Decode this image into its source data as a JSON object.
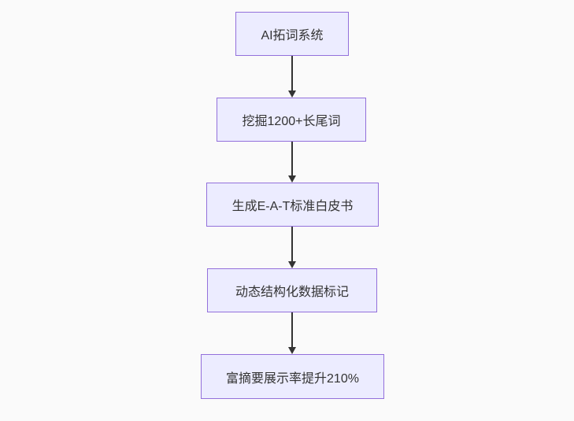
{
  "flowchart": {
    "type": "vertical-flowchart",
    "nodes": [
      {
        "id": "n1",
        "label": "AI拓词系统"
      },
      {
        "id": "n2",
        "label": "挖掘1200+长尾词"
      },
      {
        "id": "n3",
        "label": "生成E-A-T标准白皮书"
      },
      {
        "id": "n4",
        "label": "动态结构化数据标记"
      },
      {
        "id": "n5",
        "label": "富摘要展示率提升210%"
      }
    ],
    "edges": [
      {
        "from": "n1",
        "to": "n2"
      },
      {
        "from": "n2",
        "to": "n3"
      },
      {
        "from": "n3",
        "to": "n4"
      },
      {
        "from": "n4",
        "to": "n5"
      }
    ]
  },
  "colors": {
    "background": "#fafafa",
    "node_fill": "#ececff",
    "node_border": "#9370db",
    "node_text": "#333333",
    "arrow": "#333333"
  }
}
